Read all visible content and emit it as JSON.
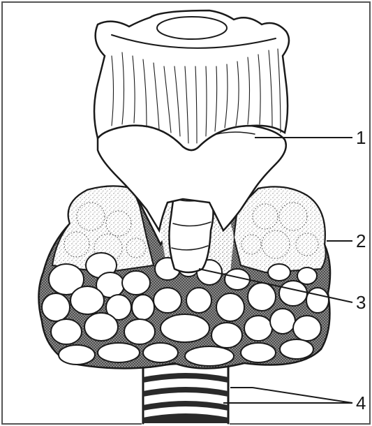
{
  "figure": {
    "callouts": [
      {
        "id": "1",
        "label": "1"
      },
      {
        "id": "2",
        "label": "2"
      },
      {
        "id": "3",
        "label": "3"
      },
      {
        "id": "4",
        "label": "4"
      }
    ]
  },
  "colors": {
    "ink": "#1a1a1a",
    "paper": "#ffffff",
    "stipple": "#555555"
  }
}
